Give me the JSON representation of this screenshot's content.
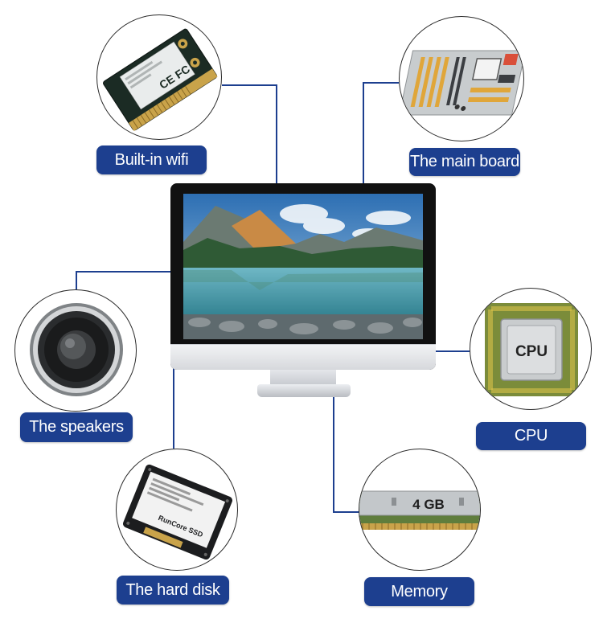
{
  "labels": {
    "wifi": "Built-in wifi",
    "mainboard": "The main board",
    "speakers": "The speakers",
    "cpu": "CPU",
    "harddisk": "The hard disk",
    "memory": "Memory"
  },
  "component_text": {
    "cpu_chip": "CPU",
    "memory_module": "4 GB",
    "ssd_label": "RunCore SSD",
    "wifi_marks": "CE FC"
  },
  "colors": {
    "label_bg": "#1d3f8f",
    "label_text": "#ffffff",
    "connector_line": "#1d3f8f",
    "circle_border": "#2b2b2b"
  },
  "icons": {
    "wifi": "wifi-card-icon",
    "mainboard": "motherboard-icon",
    "speakers": "speaker-icon",
    "cpu": "cpu-chip-icon",
    "harddisk": "ssd-drive-icon",
    "memory": "ram-module-icon"
  }
}
